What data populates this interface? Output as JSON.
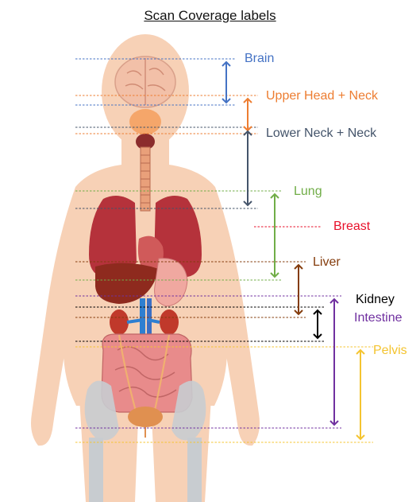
{
  "title": "Scan Coverage labels",
  "labels": {
    "brain": {
      "text": "Brain",
      "color": "#4472c4"
    },
    "upper_head_neck": {
      "text": "Upper Head + Neck",
      "color": "#ed7d31"
    },
    "lower_neck_neck": {
      "text": "Lower Neck + Neck",
      "color": "#44546a"
    },
    "lung": {
      "text": "Lung",
      "color": "#70ad47"
    },
    "breast": {
      "text": "Breast",
      "color": "#e8102a"
    },
    "liver": {
      "text": "Liver",
      "color": "#843c0c"
    },
    "kidney": {
      "text": "Kidney",
      "color": "#000000"
    },
    "intestine": {
      "text": "Intestine",
      "color": "#7030a0"
    },
    "pelvis": {
      "text": "Pelvis",
      "color": "#f4c430"
    }
  },
  "colors": {
    "body": "#f7d1b6",
    "brain": "#f2c0a8",
    "lungs": "#b5323b",
    "liver": "#8e2a1e",
    "stomach": "#f0a8a0",
    "intestine": "#e88b8b",
    "kidney": "#c0392b",
    "vessel_blue": "#2e7fd1",
    "bone": "#c8ccd0",
    "bladder": "#e09050",
    "trachea": "#8b2c2c"
  }
}
